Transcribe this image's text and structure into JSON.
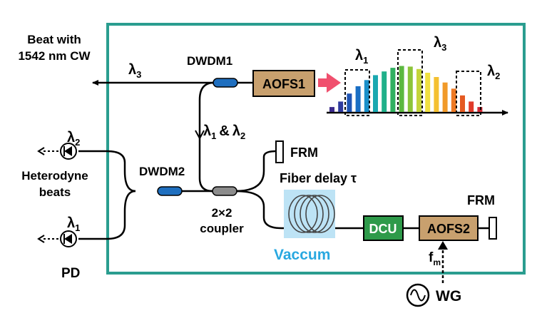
{
  "labels": {
    "beat_line1": "Beat with",
    "beat_line2": "1542 nm CW",
    "lambda_sym": "λ",
    "sub1": "1",
    "sub2": "2",
    "sub3": "3",
    "amp": "&",
    "dwdm1": "DWDM1",
    "dwdm2": "DWDM2",
    "frm_top": "FRM",
    "frm_right": "FRM",
    "fiber_delay": "Fiber delay τ",
    "vaccum": "Vaccum",
    "coupler_line1": "2×2",
    "coupler_line2": "coupler",
    "heterodyne_line1": "Heterodyne",
    "heterodyne_line2": "beats",
    "pd": "PD",
    "fm_f": "f",
    "fm_sub": "m",
    "wg": "WG"
  },
  "components": {
    "aofs1": "AOFS1",
    "aofs2": "AOFS2",
    "dcu": "DCU"
  },
  "colors": {
    "frame": "#2a9d8f",
    "aofs": "#c8a06e",
    "dcu": "#2e9a4a",
    "dwdm": "#1f6fbf",
    "coupler": "#8c8c8c",
    "arrow_pink": "#f0506e",
    "vaccum_text": "#29a8e0",
    "vaccum_bg": "#bde3f5"
  },
  "spectrum": {
    "bars": [
      {
        "h": 0.08,
        "color": "#3b2a8c"
      },
      {
        "h": 0.17,
        "color": "#2e3a9e"
      },
      {
        "h": 0.3,
        "color": "#1f55b5"
      },
      {
        "h": 0.42,
        "color": "#1a6ec4"
      },
      {
        "h": 0.52,
        "color": "#1a8fc9"
      },
      {
        "h": 0.6,
        "color": "#1aa8b0"
      },
      {
        "h": 0.66,
        "color": "#20b08a"
      },
      {
        "h": 0.72,
        "color": "#30b060"
      },
      {
        "h": 0.75,
        "color": "#5cb840"
      },
      {
        "h": 0.74,
        "color": "#8cc43a"
      },
      {
        "h": 0.7,
        "color": "#c4d43a"
      },
      {
        "h": 0.64,
        "color": "#f0e040"
      },
      {
        "h": 0.57,
        "color": "#f4c030"
      },
      {
        "h": 0.48,
        "color": "#f19a2a"
      },
      {
        "h": 0.38,
        "color": "#ee7a25"
      },
      {
        "h": 0.27,
        "color": "#e55a22"
      },
      {
        "h": 0.17,
        "color": "#e03a2a"
      },
      {
        "h": 0.08,
        "color": "#cf2a35"
      }
    ]
  }
}
